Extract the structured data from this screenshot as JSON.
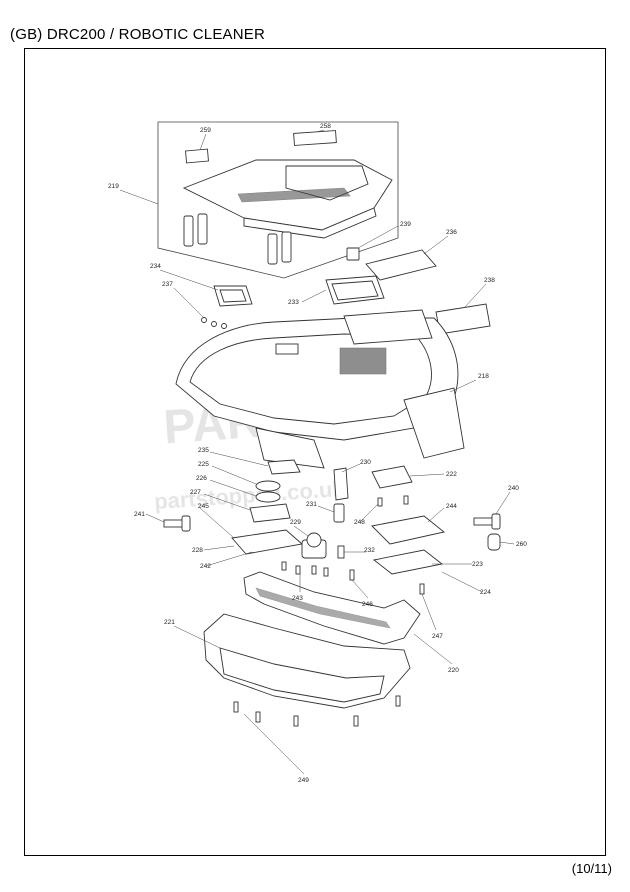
{
  "header": {
    "title": "(GB) DRC200 / ROBOTIC CLEANER"
  },
  "footer": {
    "page": "(10/11)"
  },
  "watermark": {
    "line1": "PARTSTOP",
    "line2": "partstopped.co.uk"
  },
  "labels": {
    "p219": "219",
    "p259": "259",
    "p258": "258",
    "p239": "239",
    "p236": "236",
    "p234": "234",
    "p233": "233",
    "p238": "238",
    "p237": "237",
    "p218": "218",
    "p235": "235",
    "p225": "225",
    "p230": "230",
    "p222": "222",
    "p226": "226",
    "p227": "227",
    "p231": "231",
    "p248": "248",
    "p244": "244",
    "p240": "240",
    "p241": "241",
    "p245": "245",
    "p229": "229",
    "p228": "228",
    "p232": "232",
    "p260": "260",
    "p223": "223",
    "p242": "242",
    "p243": "243",
    "p224": "224",
    "p246": "246",
    "p221": "221",
    "p247": "247",
    "p220": "220",
    "p249": "249"
  }
}
